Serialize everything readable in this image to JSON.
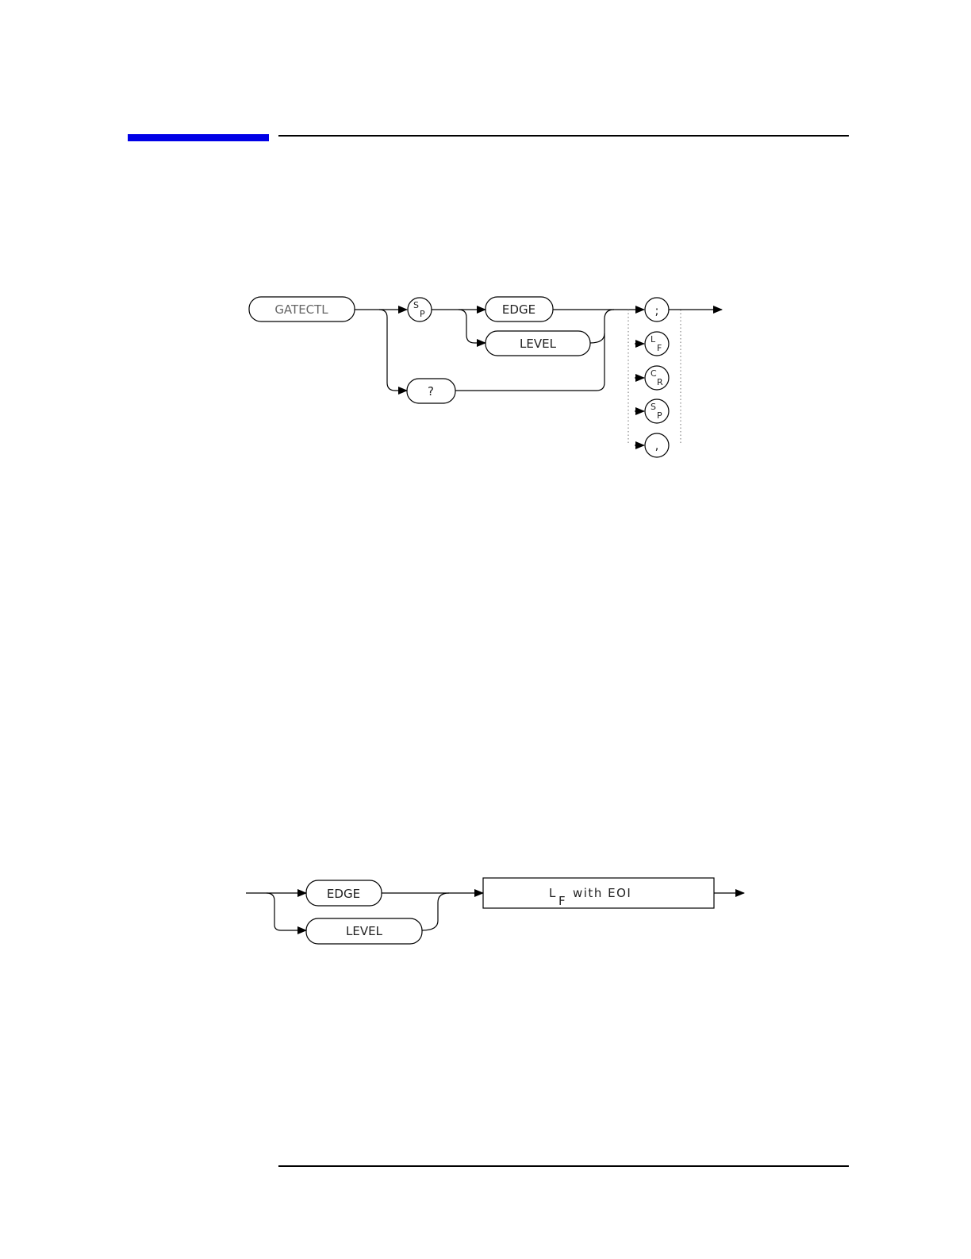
{
  "header": {
    "accent_color": "#0000e6",
    "rule_color": "#000000"
  },
  "syntax_diagram": {
    "command": "GATECTL",
    "sp_main": "S",
    "sp_main_sub": "P",
    "opt_edge": "EDGE",
    "opt_level": "LEVEL",
    "query": "?",
    "term_semicolon": ";",
    "term_lf": "L",
    "term_lf_sub": "F",
    "term_cr": "C",
    "term_cr_sub": "R",
    "term_sp": "S",
    "term_sp_sub": "P",
    "term_comma": ","
  },
  "response_diagram": {
    "opt_edge": "EDGE",
    "opt_level": "LEVEL",
    "box_lf": "L",
    "box_lf_sub": "F",
    "box_rest": "with EOI"
  }
}
